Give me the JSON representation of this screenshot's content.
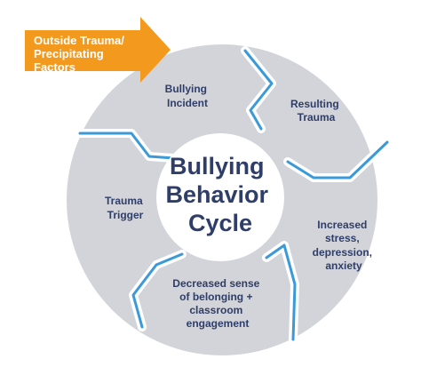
{
  "diagram": {
    "center": {
      "lines": [
        "Bullying",
        "Behavior",
        "Cycle"
      ]
    },
    "callout": {
      "lines": [
        "Outside Trauma/",
        "Precipitating",
        "Factors"
      ],
      "color": "#f39a1e"
    },
    "segments": [
      {
        "lines": [
          "Bullying",
          "Incident"
        ]
      },
      {
        "lines": [
          "Resulting",
          "Trauma"
        ]
      },
      {
        "lines": [
          "Increased",
          "stress,",
          "depression,",
          "anxiety"
        ]
      },
      {
        "lines": [
          "Decreased sense",
          "of belonging +",
          "classroom",
          "engagement"
        ]
      },
      {
        "lines": [
          "Trauma",
          "Trigger"
        ]
      }
    ],
    "colors": {
      "segment_fill": "#d2d4d9",
      "divider": "#3a9ad9",
      "text": "#2f3d69",
      "center_fill": "#ffffff"
    }
  }
}
